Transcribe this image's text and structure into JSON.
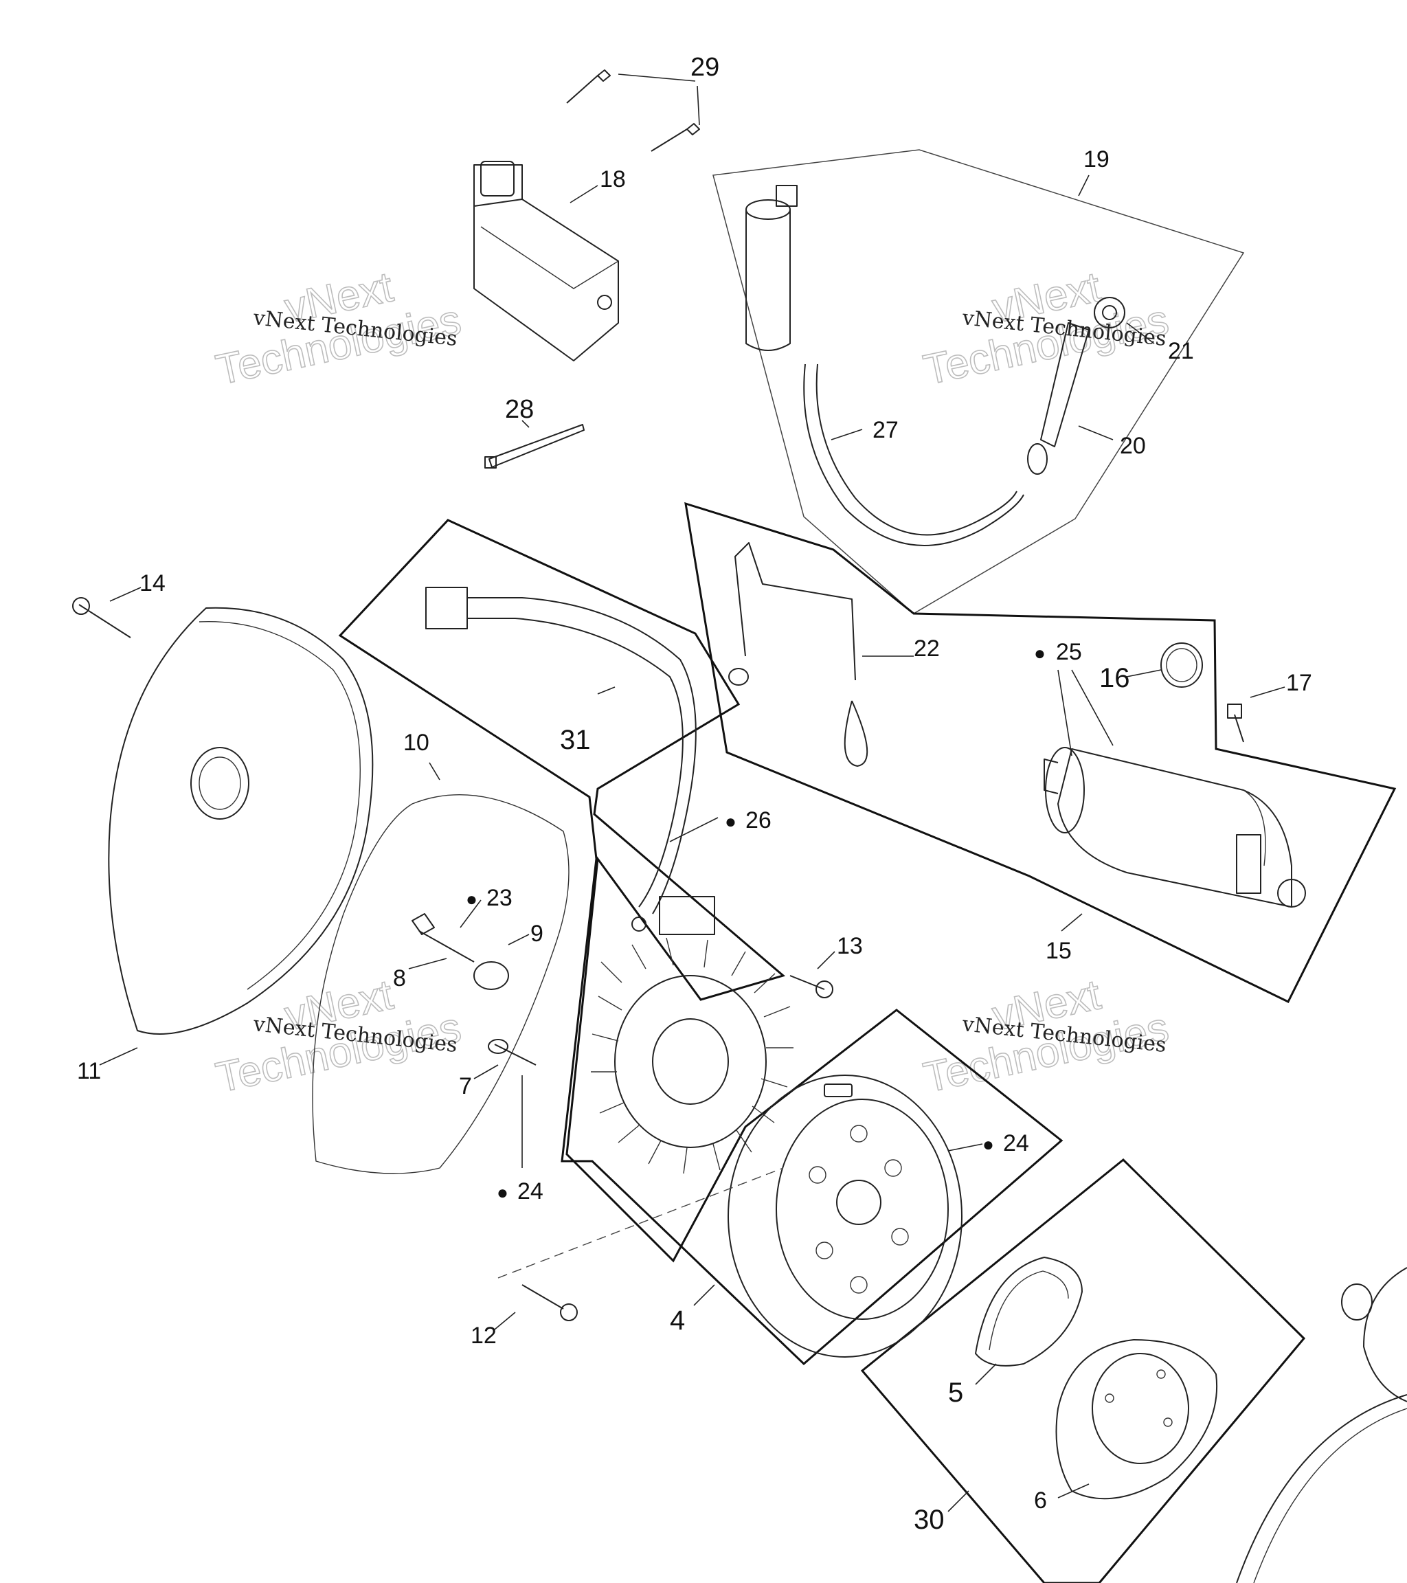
{
  "watermarks": {
    "company_line": "vNext Technologies",
    "overlay_line1": "vNext",
    "overlay_line2": "Technologies"
  },
  "callouts": {
    "c29": "29",
    "c18": "18",
    "c19": "19",
    "c21": "21",
    "c28": "28",
    "c27": "27",
    "c20": "20",
    "c14": "14",
    "c22": "22",
    "c25": "25",
    "c16": "16",
    "c17": "17",
    "c31": "31",
    "c10": "10",
    "c26": "26",
    "c23": "23",
    "c9": "9",
    "c13": "13",
    "c8": "8",
    "c15": "15",
    "c11": "11",
    "c7": "7",
    "c24a": "24",
    "c24b": "24",
    "c12": "12",
    "c4": "4",
    "c5": "5",
    "c30": "30",
    "c6": "6"
  },
  "icons": {
    "marker_symbol": "●"
  }
}
